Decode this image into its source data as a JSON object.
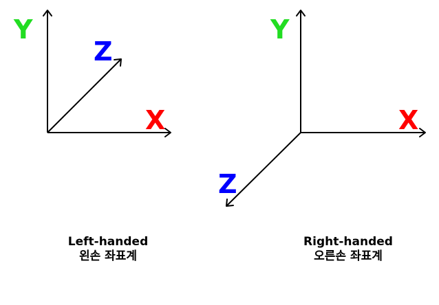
{
  "colors": {
    "x_axis": "#ff0000",
    "y_axis": "#22dd22",
    "z_axis": "#0000ff",
    "lines": "#000000"
  },
  "left_system": {
    "title": "Left-handed",
    "subtitle": "왼손 좌표계",
    "x_label": "X",
    "y_label": "Y",
    "z_label": "Z",
    "z_direction": "toward upper-right"
  },
  "right_system": {
    "title": "Right-handed",
    "subtitle": "오른손 좌표계",
    "x_label": "X",
    "y_label": "Y",
    "z_label": "Z",
    "z_direction": "toward lower-left"
  }
}
